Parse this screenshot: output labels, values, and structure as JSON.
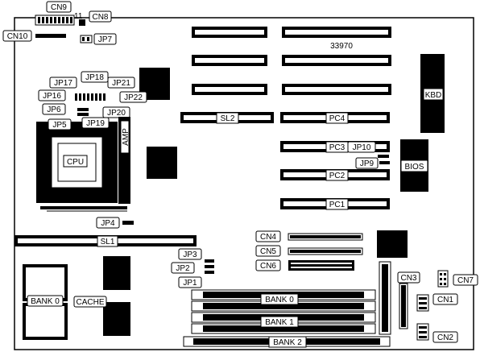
{
  "labels": {
    "cn9": "CN9",
    "cn8_num": "11",
    "cn8": "CN8",
    "cn10": "CN10",
    "jp7": "JP7",
    "board_number": "33970",
    "jp17": "JP17",
    "jp18": "JP18",
    "jp21": "JP21",
    "jp16": "JP16",
    "jp22": "JP22",
    "jp6": "JP6",
    "jp20": "JP20",
    "jp5": "JP5",
    "jp19": "JP19",
    "kbd": "KBD",
    "sl2": "SL2",
    "pc4": "PC4",
    "amp": "AMP",
    "cpu": "CPU",
    "pc3": "PC3",
    "jp10": "JP10",
    "jp9": "JP9",
    "bios": "BIOS",
    "pc2": "PC2",
    "pc1": "PC1",
    "jp4": "JP4",
    "cn4": "CN4",
    "sl1": "SL1",
    "cn5": "CN5",
    "jp3": "JP3",
    "cn6": "CN6",
    "jp2": "JP2",
    "jp1": "JP1",
    "cn3": "CN3",
    "cn7": "CN7",
    "bank0_left": "BANK 0",
    "cache": "CACHE",
    "bank0": "BANK 0",
    "cn1": "CN1",
    "bank1": "BANK 1",
    "cn2": "CN2",
    "bank2": "BANK 2"
  }
}
